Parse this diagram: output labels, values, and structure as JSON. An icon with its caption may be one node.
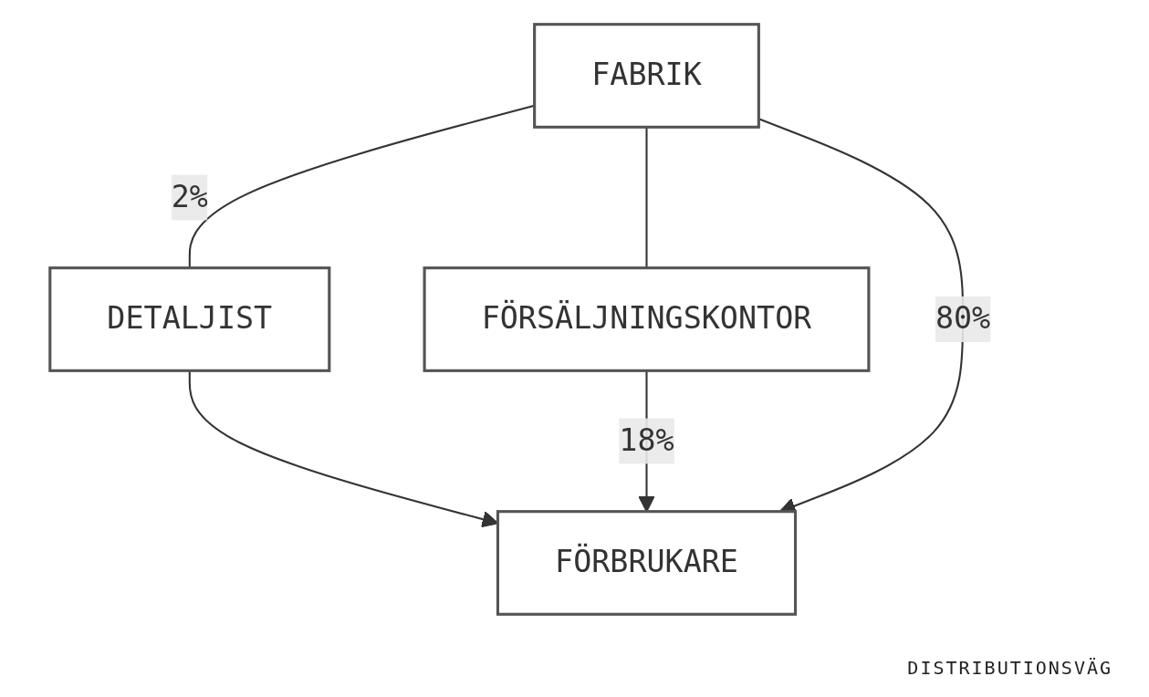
{
  "diagram": {
    "caption": "DISTRIBUTIONSVÄG",
    "nodes": [
      {
        "text": [
          "FABRIK"
        ]
      },
      {
        "text": [
          "FÖRSÄLJNINGSKONTOR"
        ]
      },
      {
        "text": [
          "DETALJIST"
        ]
      },
      {
        "text": [
          "FÖRBRUKARE"
        ]
      }
    ],
    "edges": [
      {
        "from": 0,
        "to": 2,
        "arrow": "none",
        "label": "2%"
      },
      {
        "from": 2,
        "to": 3,
        "arrow": "to"
      },
      {
        "from": 0,
        "to": 1,
        "arrow": "none"
      },
      {
        "from": 1,
        "to": 3,
        "arrow": "to",
        "label": "18%"
      },
      {
        "from": 0,
        "to": 3,
        "arrow": "to",
        "label": "80%"
      }
    ]
  }
}
